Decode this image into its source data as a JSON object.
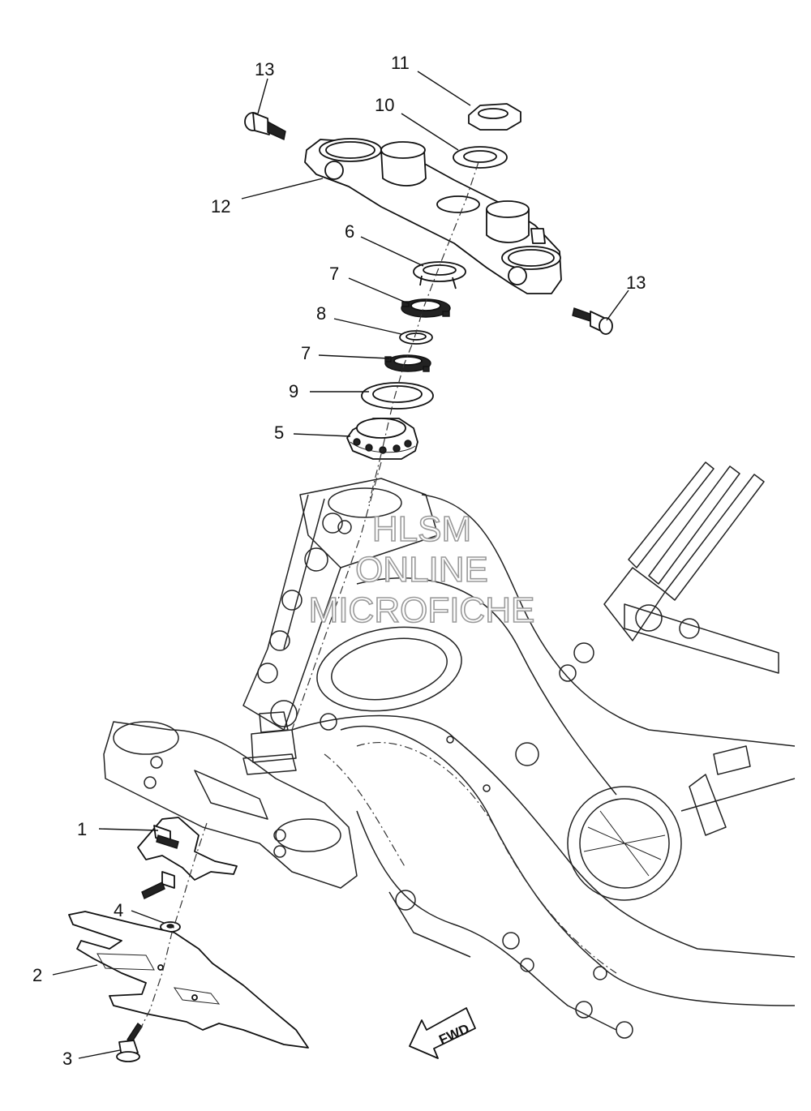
{
  "diagram": {
    "callouts": [
      {
        "id": "c13a",
        "text": "13"
      },
      {
        "id": "c11",
        "text": "11"
      },
      {
        "id": "c10",
        "text": "10"
      },
      {
        "id": "c12",
        "text": "12"
      },
      {
        "id": "c6",
        "text": "6"
      },
      {
        "id": "c13b",
        "text": "13"
      },
      {
        "id": "c7a",
        "text": "7"
      },
      {
        "id": "c8",
        "text": "8"
      },
      {
        "id": "c7b",
        "text": "7"
      },
      {
        "id": "c9",
        "text": "9"
      },
      {
        "id": "c5",
        "text": "5"
      },
      {
        "id": "c1",
        "text": "1"
      },
      {
        "id": "c4",
        "text": "4"
      },
      {
        "id": "c2",
        "text": "2"
      },
      {
        "id": "c3",
        "text": "3"
      }
    ],
    "watermark": {
      "line1": "HLSM",
      "line2": "ONLINE",
      "line3": "MICROFICHE"
    },
    "direction_arrow": {
      "text": "FWD"
    }
  }
}
